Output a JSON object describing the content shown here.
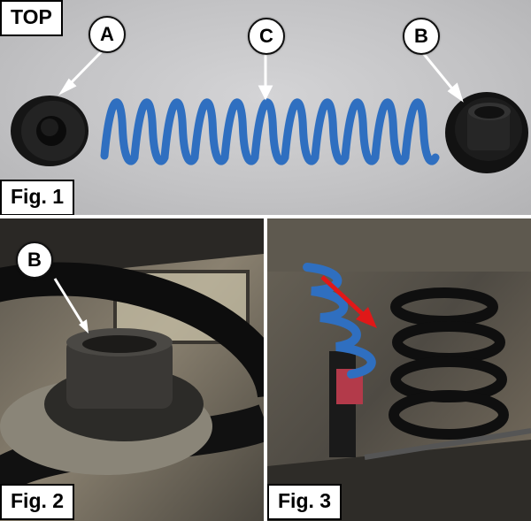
{
  "figure1": {
    "top_label": "TOP",
    "fig_label": "Fig. 1",
    "callouts": {
      "a": "A",
      "b": "B",
      "c": "C"
    }
  },
  "figure2": {
    "fig_label": "Fig. 2",
    "callout": "B"
  },
  "figure3": {
    "fig_label": "Fig. 3"
  },
  "colors": {
    "spring_blue": "#2f6fc0",
    "isolator_black": "#141414",
    "arrow_red": "#e01818",
    "callout_white": "#ffffff"
  }
}
